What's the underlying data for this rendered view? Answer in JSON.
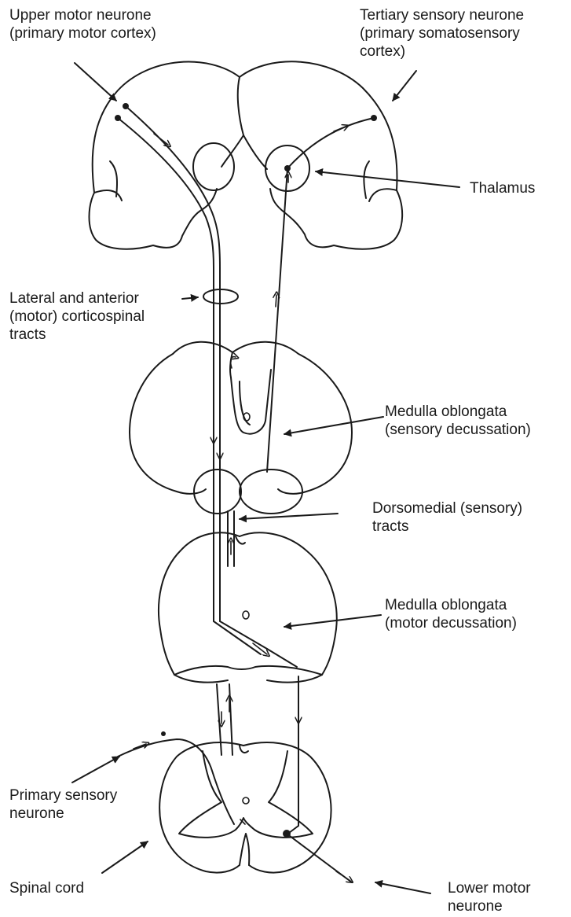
{
  "labels": {
    "upper_motor_neurone": [
      "Upper motor neurone",
      "(primary motor cortex)"
    ],
    "tertiary_sensory_neurone": [
      "Tertiary sensory neurone",
      "(primary somatosensory",
      "cortex)"
    ],
    "thalamus": [
      "Thalamus"
    ],
    "corticospinal_tracts": [
      "Lateral and anterior",
      "(motor) corticospinal",
      "tracts"
    ],
    "medulla_sensory": [
      "Medulla oblongata",
      "(sensory decussation)"
    ],
    "dorsomedial_tracts": [
      "Dorsomedial (sensory)",
      "tracts"
    ],
    "medulla_motor": [
      "Medulla oblongata",
      "(motor decussation)"
    ],
    "primary_sensory_neurone": [
      "Primary sensory",
      "neurone"
    ],
    "spinal_cord": [
      "Spinal cord"
    ],
    "lower_motor_neurone": [
      "Lower motor",
      "neurone"
    ]
  }
}
